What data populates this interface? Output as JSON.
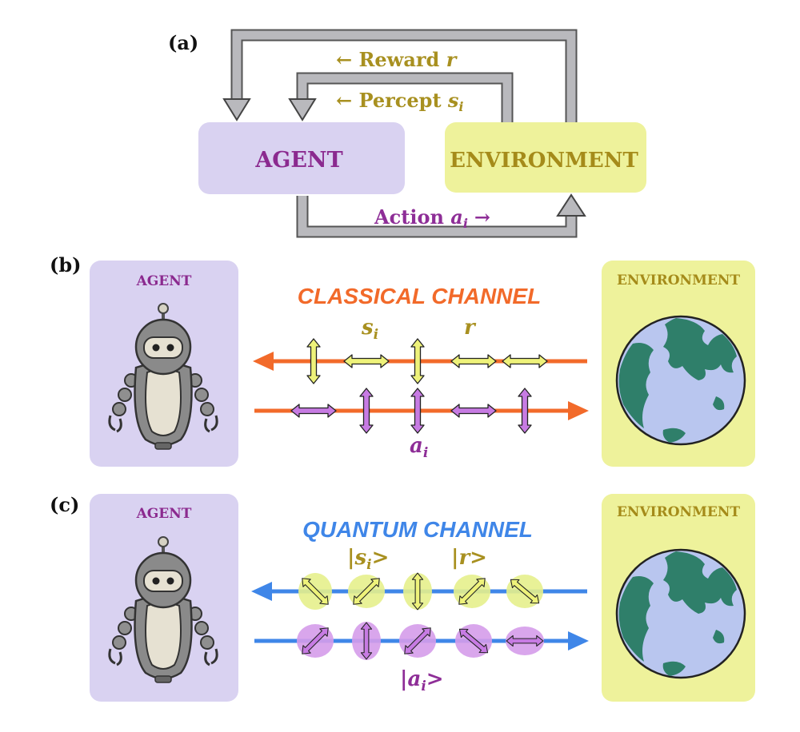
{
  "colors": {
    "agent_box": "#d9d2f1",
    "env_box": "#eef29b",
    "agent_text": "#8b2a8f",
    "env_text": "#a58b1a",
    "gold_text": "#a89020",
    "purple_text": "#8e2e97",
    "classical": "#f26a2a",
    "quantum": "#3f86e8",
    "yellow_arrow": "#eef27a",
    "purple_arrow": "#c77be3",
    "yellow_blob": "#e6ef8c",
    "purple_blob": "#d59cea",
    "loop_gray": "#b9b9bd",
    "earth_ocean": "#b9c6ef",
    "earth_land": "#2f7f6a"
  },
  "panel_a": {
    "label": "(a)",
    "agent": "AGENT",
    "environment": "ENVIRONMENT",
    "reward": "← Reward",
    "reward_var": "r",
    "percept": "← Percept",
    "percept_var": "s",
    "percept_sub": "i",
    "action": "Action",
    "action_var": "a",
    "action_sub": "i",
    "action_arrow": "→"
  },
  "panel_b": {
    "label": "(b)",
    "agent": "AGENT",
    "environment": "ENVIRONMENT",
    "channel": "CLASSICAL CHANNEL",
    "label_s": "s",
    "label_s_sub": "i",
    "label_r": "r",
    "label_a": "a",
    "label_a_sub": "i"
  },
  "panel_c": {
    "label": "(c)",
    "agent": "AGENT",
    "environment": "ENVIRONMENT",
    "channel": "QUANTUM CHANNEL",
    "ket_s": "|s",
    "ket_s_sub": "i",
    "ket_close": ">",
    "ket_r": "|r>",
    "ket_a": "|a",
    "ket_a_sub": "i"
  }
}
